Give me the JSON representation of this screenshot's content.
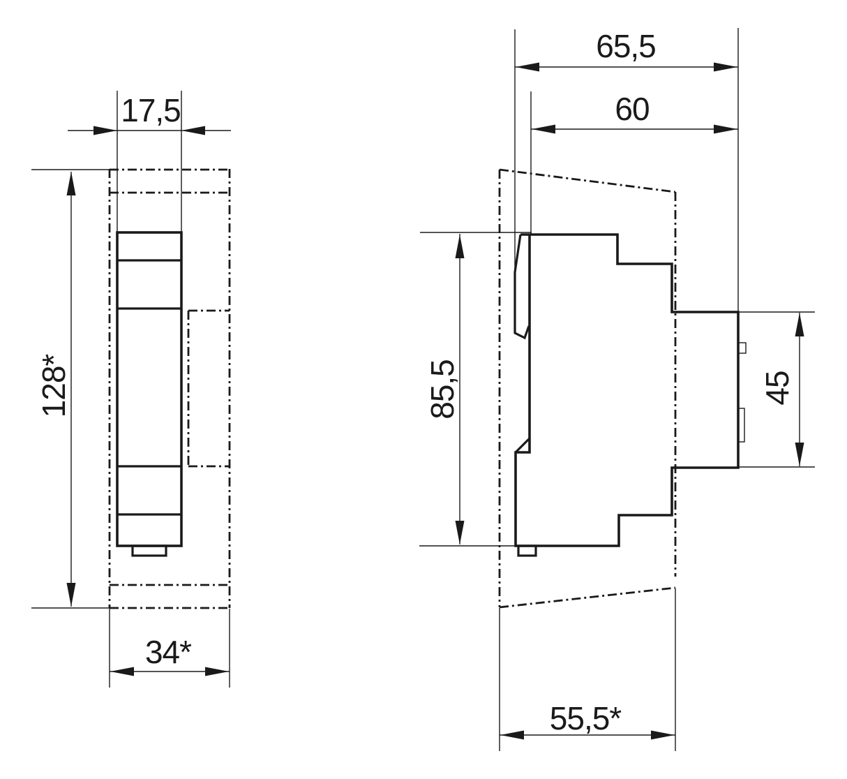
{
  "drawing": {
    "kind": "technical-dimension-drawing",
    "line_color": "#1a1a1a",
    "background_color": "#ffffff",
    "views": {
      "front": {
        "dim_width_top": "17,5",
        "dim_height": "128*",
        "dim_width_bottom": "34*"
      },
      "side": {
        "dim_depth_overall": "65,5",
        "dim_depth_body": "60",
        "dim_height_body": "85,5",
        "dim_terminal_height": "45",
        "dim_depth_bottom": "55,5*"
      }
    }
  }
}
